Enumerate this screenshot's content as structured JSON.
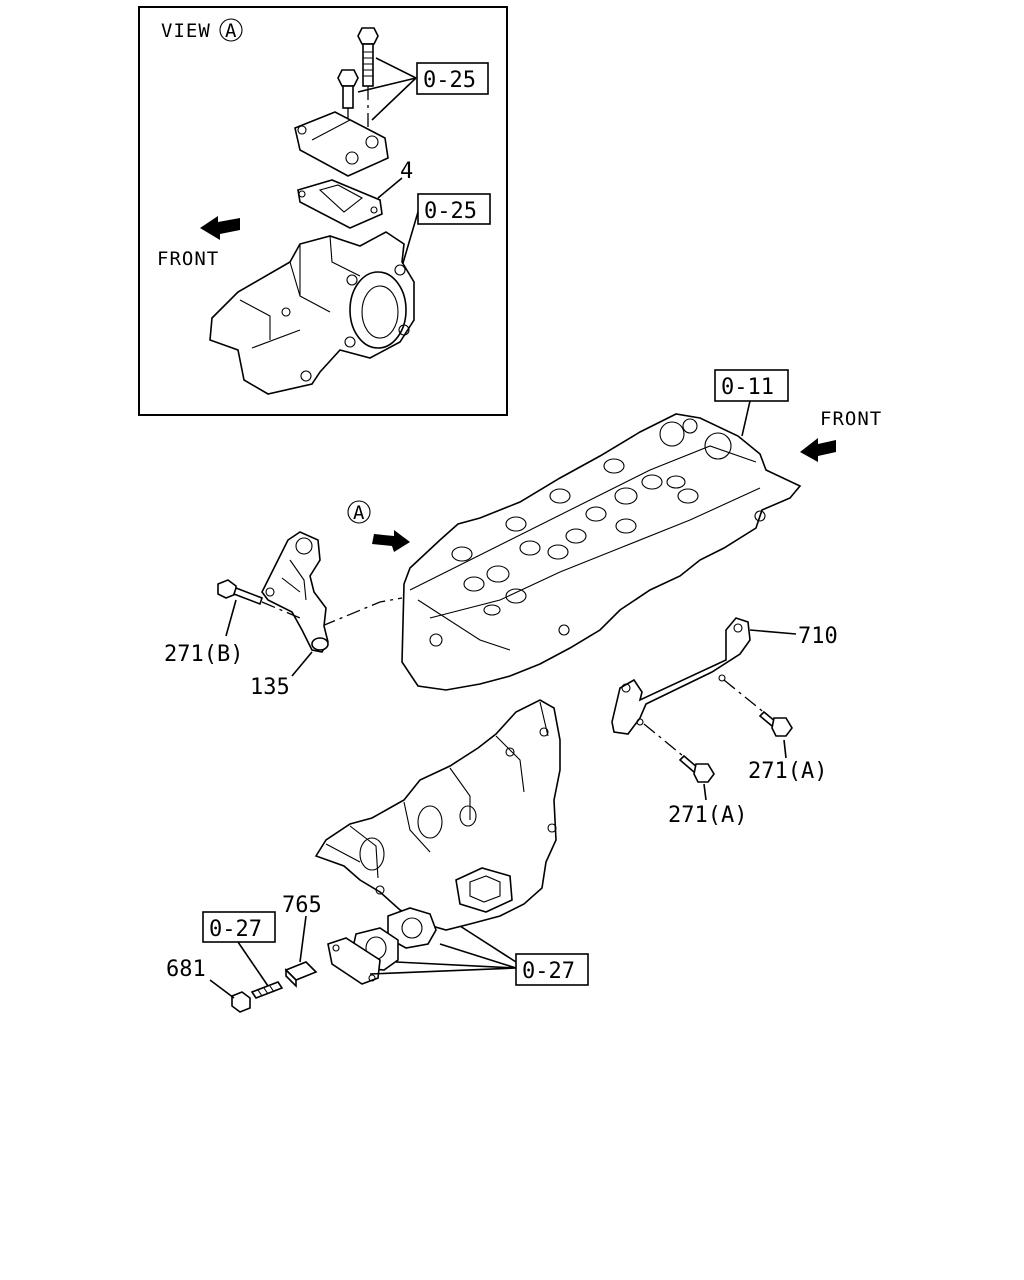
{
  "view_label": {
    "text": "VIEW",
    "letter": "A"
  },
  "view_ref_marker": "A",
  "front_labels": [
    "FRONT",
    "FRONT"
  ],
  "ref_boxes": {
    "inset_top": "0-25",
    "inset_mid": "0-25",
    "cylinder_head": "0-11",
    "manifold_left": "0-27",
    "manifold_right": "0-27"
  },
  "part_numbers": {
    "gasket": "4",
    "bracket_710": "710",
    "bolt_271b": "271(B)",
    "bracket_135": "135",
    "bolt_271a_right": "271(A)",
    "bolt_271a_lower": "271(A)",
    "sleeve_765": "765",
    "nut_681": "681"
  }
}
